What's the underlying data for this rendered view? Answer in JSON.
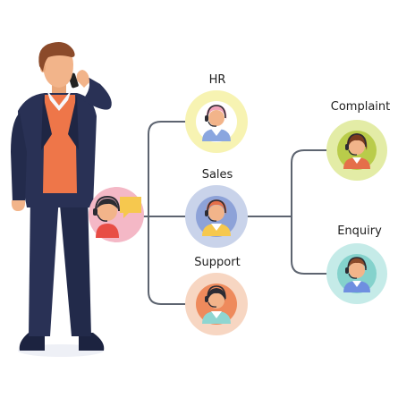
{
  "diagram": {
    "labels": {
      "hr": "HR",
      "sales": "Sales",
      "support": "Support",
      "complaint": "Complaint",
      "enquiry": "Enquiry"
    },
    "colors": {
      "connector": "#5d6470",
      "hr_ring": "#f7f3b2",
      "sales_ring": "#c9d3ea",
      "support_ring": "#f7d6c2",
      "complaint_ring": "#e3eca6",
      "enquiry_ring": "#c5ebe8",
      "ivr_ring": "#f4b8c6",
      "suit": "#293155",
      "sweater": "#ee7649",
      "skin": "#f2b48a",
      "hair": "#8b4a2a"
    },
    "nodes": {
      "ivr": {
        "icon": "agent-icon"
      },
      "hr": {
        "icon": "agent-icon"
      },
      "sales": {
        "icon": "agent-icon"
      },
      "support": {
        "icon": "agent-icon"
      },
      "complaint": {
        "icon": "agent-icon"
      },
      "enquiry": {
        "icon": "agent-icon"
      }
    }
  }
}
